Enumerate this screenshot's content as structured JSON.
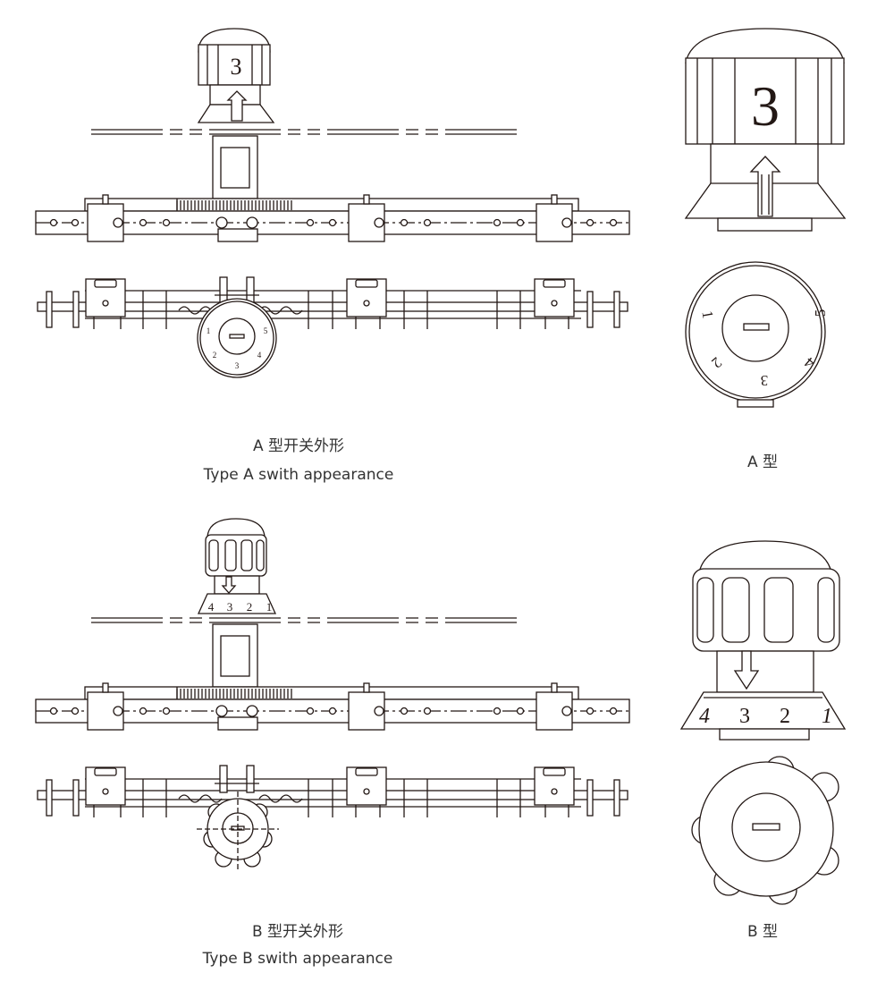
{
  "type_a": {
    "caption_cn": "A 型开关外形",
    "caption_en": "Type A swith appearance",
    "side_label": "A 型",
    "knob_number": "3",
    "dial_numbers": [
      "1",
      "2",
      "3",
      "4",
      "5"
    ]
  },
  "type_b": {
    "caption_cn": "B 型开关外形",
    "caption_en": "Type B swith appearance",
    "side_label": "B 型",
    "scale_numbers": [
      "4",
      "3",
      "2",
      "1"
    ]
  },
  "colors": {
    "line": "#231815",
    "text": "#333333"
  }
}
